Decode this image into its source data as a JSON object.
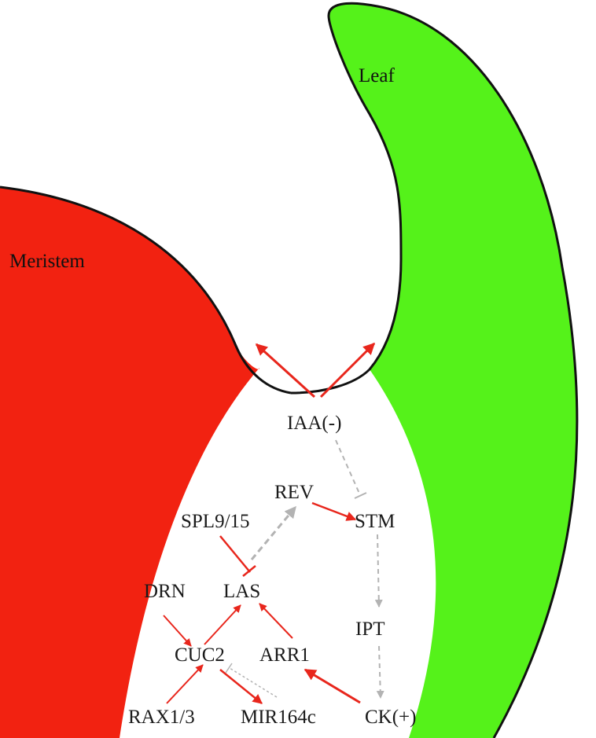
{
  "regions": {
    "meristem": {
      "label": "Meristem",
      "color": "#f22211"
    },
    "leaf": {
      "label": "Leaf",
      "color": "#55f21a"
    }
  },
  "nodes": {
    "iaa": "IAA(-)",
    "rev": "REV",
    "stm": "STM",
    "spl": "SPL9/15",
    "las": "LAS",
    "drn": "DRN",
    "ipt": "IPT",
    "cuc2": "CUC2",
    "arr1": "ARR1",
    "rax": "RAX1/3",
    "mir": "MIR164c",
    "ck": "CK(+)"
  },
  "edges": [
    {
      "from": "IAA(-)",
      "to": "Meristem",
      "type": "activation"
    },
    {
      "from": "IAA(-)",
      "to": "Leaf",
      "type": "activation"
    },
    {
      "from": "IAA(-)",
      "to": "STM",
      "type": "repression"
    },
    {
      "from": "REV",
      "to": "STM",
      "type": "activation"
    },
    {
      "from": "LAS",
      "to": "REV",
      "type": "activation"
    },
    {
      "from": "SPL9/15",
      "to": "LAS",
      "type": "repression"
    },
    {
      "from": "STM",
      "to": "IPT",
      "type": "activation"
    },
    {
      "from": "IPT",
      "to": "CK(+)",
      "type": "activation"
    },
    {
      "from": "DRN",
      "to": "CUC2",
      "type": "activation"
    },
    {
      "from": "CUC2",
      "to": "LAS",
      "type": "activation"
    },
    {
      "from": "ARR1",
      "to": "LAS",
      "type": "activation"
    },
    {
      "from": "CK(+)",
      "to": "ARR1",
      "type": "activation"
    },
    {
      "from": "RAX1/3",
      "to": "CUC2",
      "type": "activation"
    },
    {
      "from": "CUC2",
      "to": "MIR164c",
      "type": "activation"
    },
    {
      "from": "MIR164c",
      "to": "CUC2",
      "type": "repression"
    }
  ],
  "colors": {
    "activation": "#e8261c",
    "indirect": "#b3b3b3",
    "outline": "#111111"
  }
}
